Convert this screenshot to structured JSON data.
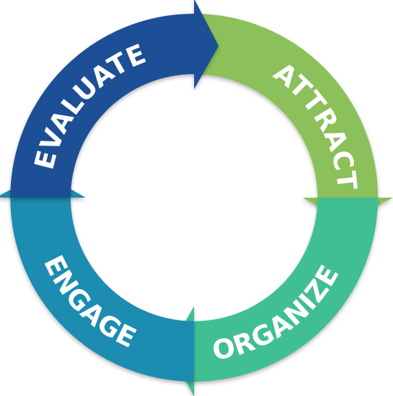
{
  "diagram": {
    "type": "cycle",
    "segments": [
      {
        "id": "attract",
        "label": "ATTRACT",
        "color": "#8cc05a"
      },
      {
        "id": "organize",
        "label": "ORGANIZE",
        "color": "#3fbf93"
      },
      {
        "id": "engage",
        "label": "ENGAGE",
        "color": "#1c8cb0"
      },
      {
        "id": "evaluate",
        "label": "EVALUATE",
        "color": "#1a4f95"
      }
    ],
    "direction": "clockwise"
  }
}
